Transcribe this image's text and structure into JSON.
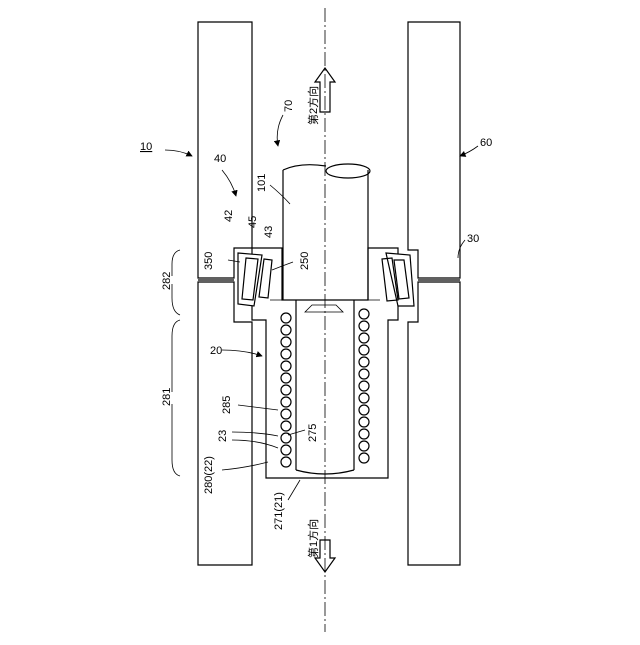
{
  "labels": {
    "ref_10": "10",
    "ref_20": "20",
    "ref_23": "23",
    "ref_30": "30",
    "ref_40": "40",
    "ref_42": "42",
    "ref_43": "43",
    "ref_45": "45",
    "ref_60": "60",
    "ref_70": "70",
    "ref_101": "101",
    "ref_250": "250",
    "ref_271": "271(21)",
    "ref_275": "275",
    "ref_280": "280(22)",
    "ref_281": "281",
    "ref_282": "282",
    "ref_285": "285",
    "ref_350": "350"
  },
  "directions": {
    "second": "第2方向",
    "first": "第1方向"
  }
}
